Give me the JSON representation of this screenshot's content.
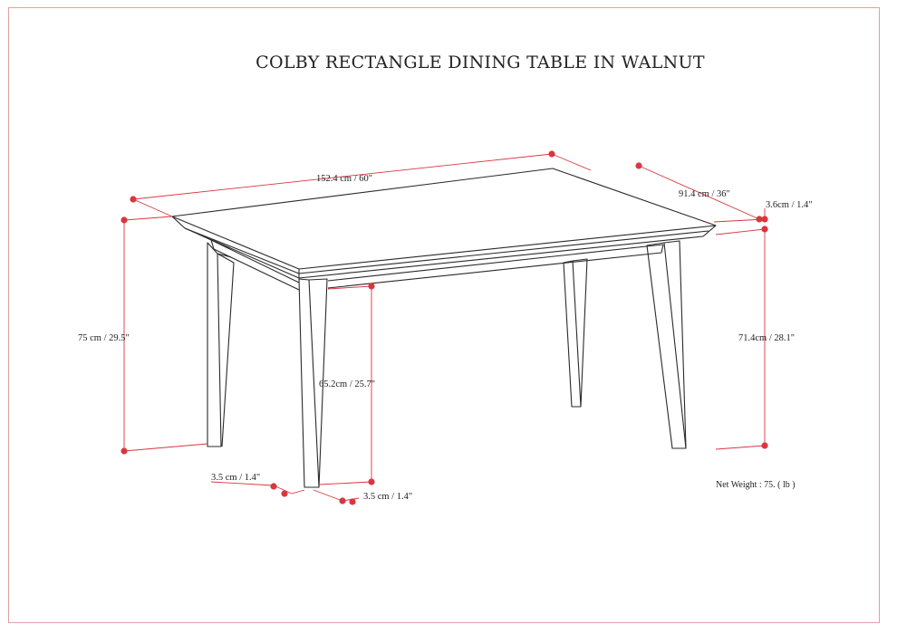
{
  "title": "COLBY RECTANGLE DINING TABLE IN WALNUT",
  "colors": {
    "outline": "#2a2a2a",
    "dimension_line": "#d9363e",
    "dimension_dot": "#d9363e",
    "frame": "#e2a0a0"
  },
  "dimensions": {
    "length": "152.4 cm / 60\"",
    "width": "91.4 cm / 36\"",
    "top_thickness": "3.6cm / 1.4\"",
    "overall_height": "75 cm / 29.5\"",
    "leg_height": "71.4cm / 28.1\"",
    "apron_clearance": "65.2cm / 25.7\"",
    "leg_width_a": "3.5 cm / 1.4\"",
    "leg_width_b": "3.5 cm / 1.4\""
  },
  "net_weight": "Net Weight : 75. ( lb )"
}
